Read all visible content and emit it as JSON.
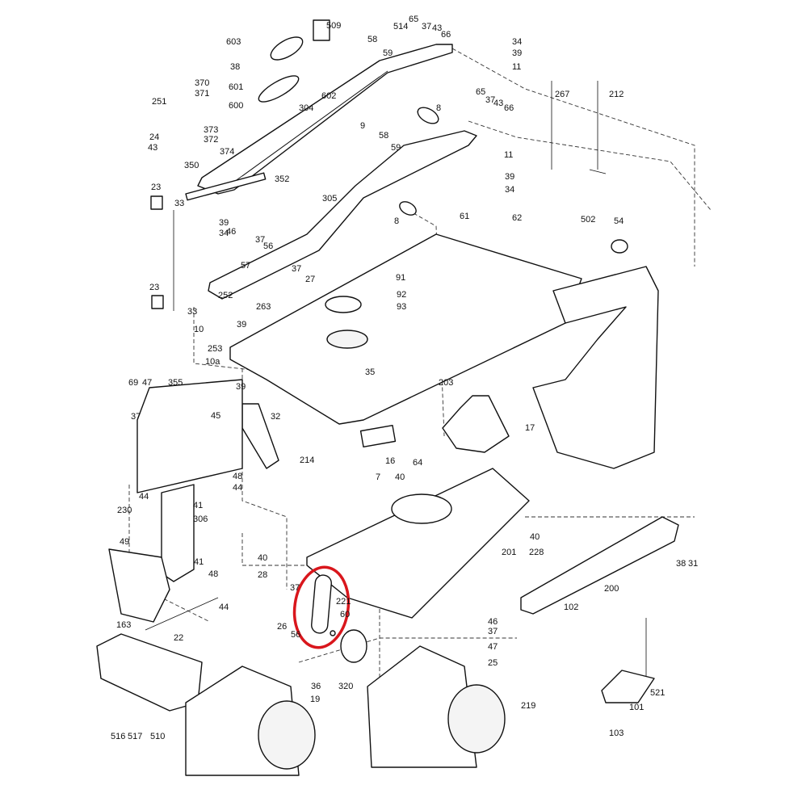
{
  "diagram": {
    "title": "Exploded parts diagram",
    "highlight_color": "#d9161c",
    "highlighted_part": "221",
    "labels": [
      "603",
      "38",
      "601",
      "600",
      "602",
      "509",
      "58",
      "514",
      "59",
      "65",
      "37",
      "43",
      "66",
      "34",
      "39",
      "11",
      "370",
      "371",
      "251",
      "373",
      "372",
      "374",
      "24",
      "43",
      "350",
      "304",
      "8",
      "65",
      "37",
      "43",
      "66",
      "9",
      "58",
      "59",
      "267",
      "212",
      "11",
      "39",
      "34",
      "352",
      "23",
      "33",
      "39",
      "34",
      "305",
      "8",
      "61",
      "62",
      "502",
      "54",
      "46",
      "37",
      "56",
      "57",
      "37",
      "27",
      "91",
      "92",
      "93",
      "23",
      "252",
      "263",
      "33",
      "39",
      "10",
      "253",
      "10a",
      "35",
      "203",
      "69",
      "47",
      "355",
      "39",
      "37",
      "45",
      "32",
      "17",
      "214",
      "16",
      "64",
      "7",
      "40",
      "48",
      "44",
      "44",
      "41",
      "306",
      "230",
      "49",
      "40",
      "228",
      "201",
      "41",
      "48",
      "40",
      "28",
      "38",
      "31",
      "200",
      "37",
      "221",
      "60",
      "26",
      "56",
      "44",
      "163",
      "22",
      "102",
      "46",
      "37",
      "47",
      "25",
      "36",
      "320",
      "521",
      "101",
      "19",
      "219",
      "516",
      "517",
      "510",
      "103"
    ]
  }
}
